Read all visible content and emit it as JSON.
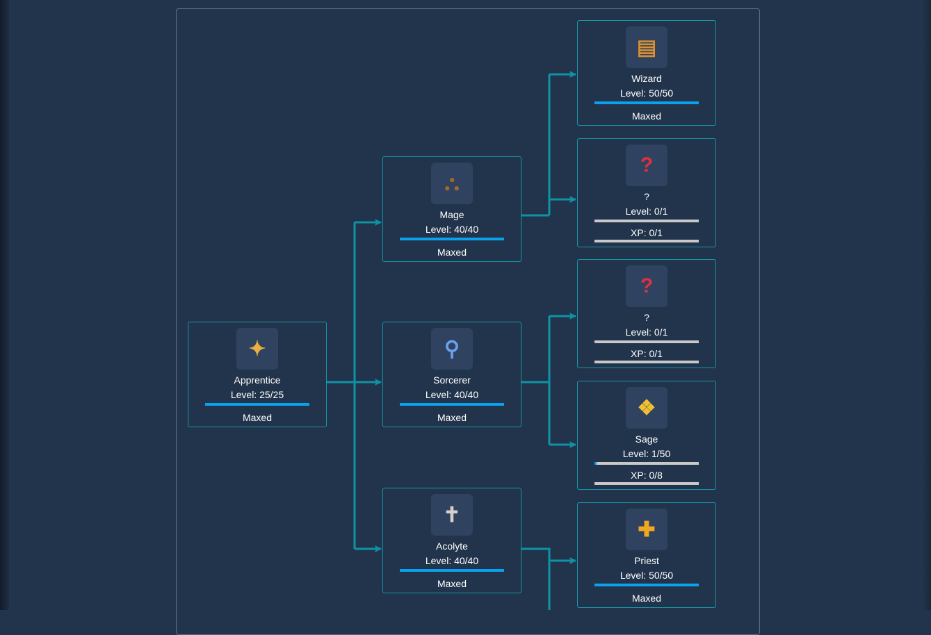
{
  "nodes": [
    {
      "id": "apprentice",
      "name": "Apprentice",
      "icon": "wand-star-icon",
      "glyph": "✦",
      "color": "#e8b040",
      "level": "Level: 25/25",
      "level_progress": 1,
      "status": "Maxed"
    },
    {
      "id": "mage",
      "name": "Mage",
      "icon": "wizard-hat-icon",
      "glyph": "⛬",
      "color": "#a0682c",
      "level": "Level: 40/40",
      "level_progress": 1,
      "status": "Maxed"
    },
    {
      "id": "sorcerer",
      "name": "Sorcerer",
      "icon": "staff-orb-icon",
      "glyph": "⚲",
      "color": "#6aa0f0",
      "level": "Level: 40/40",
      "level_progress": 1,
      "status": "Maxed"
    },
    {
      "id": "acolyte",
      "name": "Acolyte",
      "icon": "cross-icon",
      "glyph": "✝",
      "color": "#d8d0c8",
      "level": "Level: 40/40",
      "level_progress": 1,
      "status": "Maxed"
    },
    {
      "id": "wizard",
      "name": "Wizard",
      "icon": "spellbook-icon",
      "glyph": "▤",
      "color": "#d89030",
      "level": "Level: 50/50",
      "level_progress": 1,
      "status": "Maxed"
    },
    {
      "id": "unknown1",
      "name": "?",
      "icon": "question-mark-icon",
      "glyph": "?",
      "color": "#e03040",
      "level": "Level: 0/1",
      "level_progress": 0,
      "xp": "XP: 0/1",
      "xp_progress": 0
    },
    {
      "id": "unknown2",
      "name": "?",
      "icon": "question-mark-icon",
      "glyph": "?",
      "color": "#e03040",
      "level": "Level: 0/1",
      "level_progress": 0,
      "xp": "XP: 0/1",
      "xp_progress": 0
    },
    {
      "id": "sage",
      "name": "Sage",
      "icon": "golden-tome-icon",
      "glyph": "❖",
      "color": "#f0c030",
      "level": "Level: 1/50",
      "level_progress": 0.02,
      "xp": "XP: 0/8",
      "xp_progress": 0
    },
    {
      "id": "priest",
      "name": "Priest",
      "icon": "golden-cross-icon",
      "glyph": "✚",
      "color": "#f0a820",
      "level": "Level: 50/50",
      "level_progress": 1,
      "status": "Maxed"
    }
  ],
  "colors": {
    "link": "#0e93a3",
    "bar_fill": "#0aa2ec",
    "bar_empty": "#c8c8c8"
  }
}
